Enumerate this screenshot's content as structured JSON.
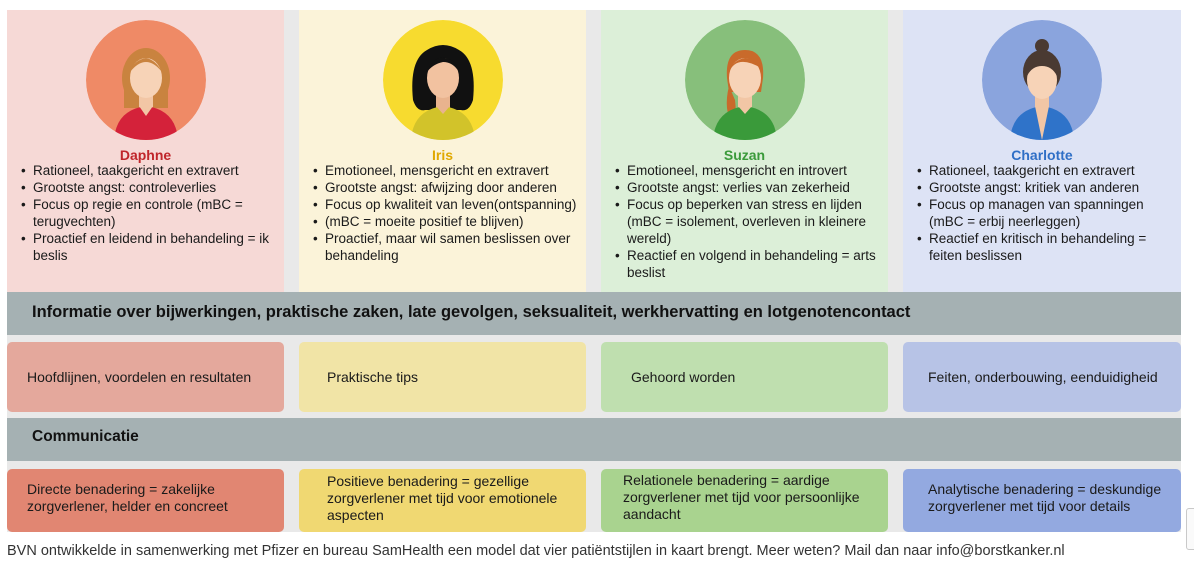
{
  "personas": [
    {
      "name": "Daphne",
      "name_color": "#c0262b",
      "avatar_bg": "#ef8a66",
      "traits": [
        "Rationeel, taakgericht en extravert",
        "Grootste angst: controleverlies",
        "Focus op regie en controle (mBC = terugvechten)",
        "Proactief en leidend in behandeling = ik beslis"
      ]
    },
    {
      "name": "Iris",
      "name_color": "#e0a800",
      "avatar_bg": "#f7db2f",
      "traits": [
        "Emotioneel, mensgericht en extravert",
        "Grootste angst: afwijzing door anderen",
        "Focus op kwaliteit van leven(ontspanning)",
        "(mBC = moeite positief te blijven)",
        "Proactief, maar wil samen beslissen over behandeling"
      ]
    },
    {
      "name": "Suzan",
      "name_color": "#3a9a3a",
      "avatar_bg": "#87bf7b",
      "traits": [
        "Emotioneel, mensgericht en introvert",
        "Grootste angst: verlies van zekerheid",
        "Focus op beperken van stress en lijden (mBC = isolement, overleven in kleinere wereld)",
        "Reactief en volgend in behandeling = arts beslist"
      ]
    },
    {
      "name": "Charlotte",
      "name_color": "#2f6fc6",
      "avatar_bg": "#8aa4dd",
      "traits": [
        "Rationeel, taakgericht en extravert",
        "Grootste angst: kritiek van anderen",
        "Focus op managen van spanningen (mBC = erbij neerleggen)",
        "Reactief en kritisch in behandeling = feiten beslissen"
      ]
    }
  ],
  "info_band": {
    "title": "Informatie over bijwerkingen, praktische zaken, late gevolgen, seksualiteit, werkhervatting en lotgenotencontact",
    "items": [
      "Hoofdlijnen, voordelen en resultaten",
      "Praktische tips",
      "Gehoord worden",
      "Feiten, onderbouwing, eenduidigheid"
    ]
  },
  "communication_band": {
    "title": "Communicatie",
    "items": [
      "Directe benadering = zakelijke zorgverlener, helder en concreet",
      "Positieve benadering = gezellige zorgverlener met tijd voor emotionele aspecten",
      "Relationele benadering = aardige zorgverlener met tijd voor persoonlijke aandacht",
      "Analytische benadering = deskundige zorgverlener met tijd voor details"
    ]
  },
  "caption": "BVN ontwikkelde in samenwerking met Pfizer en bureau SamHealth een model dat vier patiëntstijlen in kaart brengt. Meer weten? Mail dan naar info@borstkanker.nl",
  "icons": {
    "avatar_1": "woman-avatar-icon",
    "avatar_2": "woman-avatar-icon",
    "avatar_3": "woman-avatar-icon",
    "avatar_4": "woman-avatar-icon"
  }
}
